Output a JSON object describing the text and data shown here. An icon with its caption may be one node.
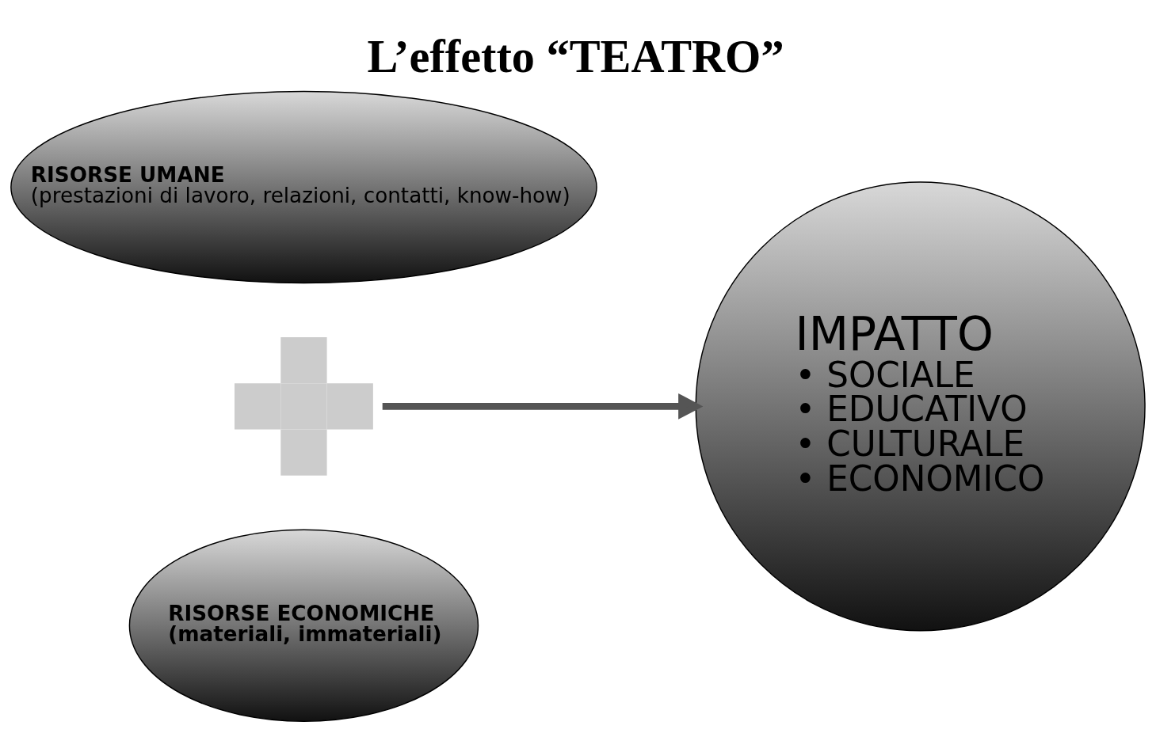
{
  "diagram": {
    "title": "L’effetto “TEATRO”",
    "nodes": [
      {
        "text": [
          "RISORSE UMANE",
          "(prestazioni di lavoro, relazioni, contatti, know-how)"
        ]
      },
      {
        "text": [],
        "shape": "cross"
      },
      {
        "text": [
          "RISORSE ECONOMICHE",
          "(materiali, immateriali)"
        ]
      },
      {
        "text": [
          "IMPATTO",
          "• SOCIALE",
          "• EDUCATIVO",
          "• CULTURALE",
          "• ECONOMICO"
        ]
      }
    ],
    "edges": [
      {
        "from": 1,
        "to": 3,
        "arrow": "to"
      }
    ]
  }
}
